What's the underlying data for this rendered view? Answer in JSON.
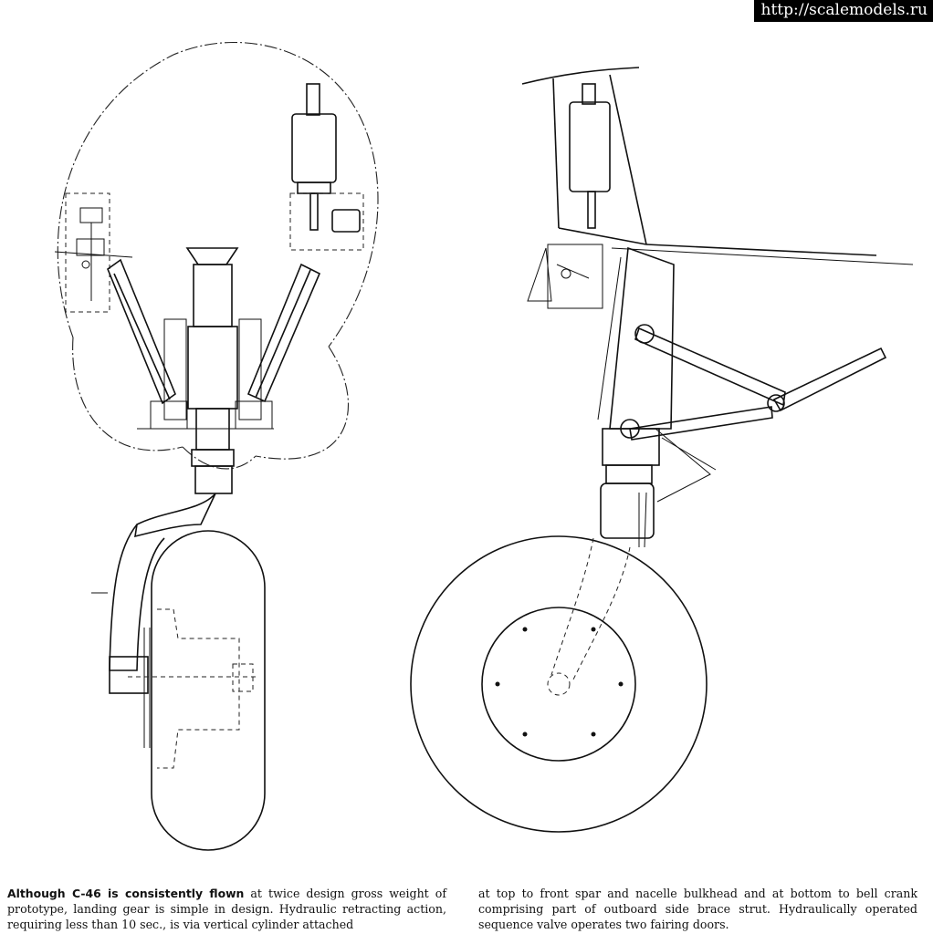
{
  "watermark": "http://scalemodels.ru",
  "caption": {
    "lead": "Although C-46 is consistently flown",
    "left_text": " at twice design gross weight of prototype, landing gear is simple in design. Hydraulic retracting action, requiring less than 10 sec., is via vertical cylinder attached",
    "right_text": "at top to front spar and nacelle bulkhead and at bottom to bell crank comprising part of outboard side brace strut. Hydraulically operated sequence valve operates two fairing doors."
  }
}
